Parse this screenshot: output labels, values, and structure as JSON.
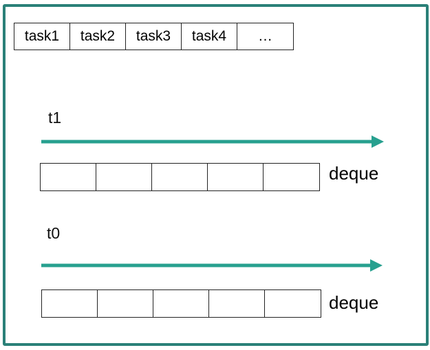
{
  "colors": {
    "frame": "#2a8078",
    "arrow": "#27a08f"
  },
  "task_queue": {
    "cells": [
      "task1",
      "task2",
      "task3",
      "task4",
      "…"
    ]
  },
  "threads": [
    {
      "name": "t1",
      "deque_label": "deque",
      "slot_count": 5
    },
    {
      "name": "t0",
      "deque_label": "deque",
      "slot_count": 5
    }
  ],
  "icons": {
    "arrow": "right-arrow-icon"
  }
}
